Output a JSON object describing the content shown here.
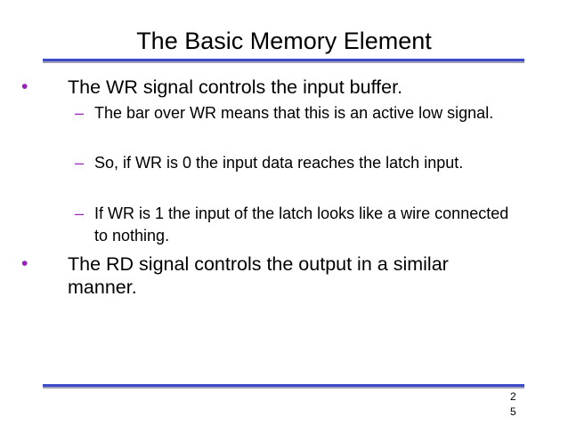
{
  "slide": {
    "title": "The Basic Memory Element",
    "bullets": [
      {
        "text": "The WR signal controls the input buffer.",
        "sub": [
          "The bar over WR means that this is an active low signal.",
          "So, if WR is 0 the input data reaches the latch input.",
          "If WR is 1 the input of the latch looks like a wire connected to nothing."
        ]
      },
      {
        "text": "The RD signal controls the output in a similar manner.",
        "sub": []
      }
    ],
    "bullet_symbol": "•",
    "sub_bullet_symbol": "–",
    "page_number": [
      "2",
      "5"
    ]
  },
  "colors": {
    "rule": "#3d4bc8",
    "bullet": "#9b1fbf",
    "text": "#000000"
  }
}
